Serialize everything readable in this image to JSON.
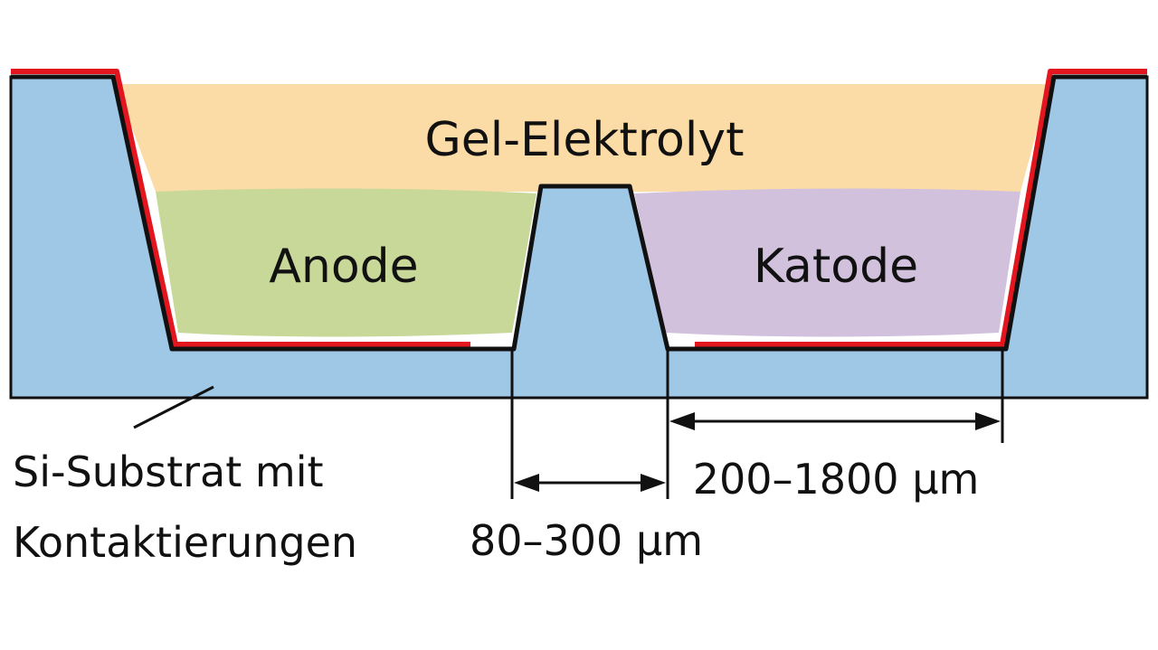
{
  "labels": {
    "electrolyte": "Gel-Elektrolyt",
    "anode": "Anode",
    "cathode": "Katode",
    "substrate_line1": "Si-Substrat mit",
    "substrate_line2": "Kontaktierungen",
    "gap_dimension": "80–300 µm",
    "width_dimension": "200–1800 µm"
  },
  "colors": {
    "substrate": "#9fc7e6",
    "electrolyte": "#fbdca6",
    "anode": "#c8d899",
    "cathode": "#d2c1dd",
    "contact": "#e3151f",
    "outline": "#111111"
  }
}
